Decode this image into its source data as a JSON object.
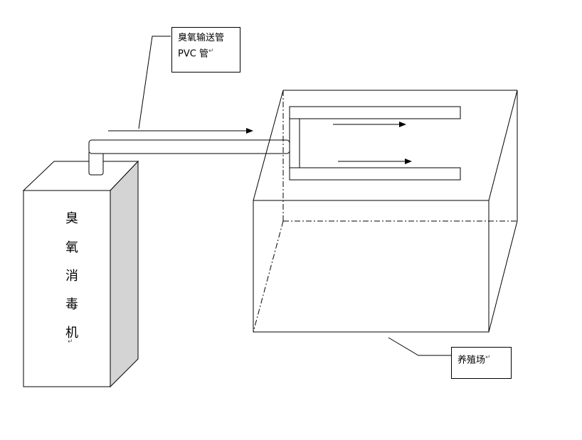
{
  "labels": {
    "pipe_line1": "臭氧输送管",
    "pipe_line2": "PVC 管",
    "farm": "养殖场",
    "machine_chars": [
      "臭",
      "氧",
      "消",
      "毒",
      "机"
    ]
  },
  "colors": {
    "stroke": "#000000",
    "machine_side": "#d4d4d4",
    "background": "#ffffff"
  }
}
